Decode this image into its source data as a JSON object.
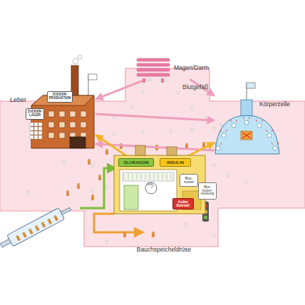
{
  "diagram": {
    "nodes": [
      {
        "text": [
          "Leber"
        ]
      },
      {
        "text": [
          "ZUCKER-LAGER"
        ],
        "in": 0
      },
      {
        "text": [
          "ZUCKER-PRODUKTION"
        ],
        "in": 0
      },
      {
        "text": [
          "Magen/Darm"
        ]
      },
      {
        "text": [
          "Körperzelle"
        ]
      },
      {
        "text": [
          "Bauchspeicheldrüse"
        ]
      },
      {
        "text": [
          "GLUKAGON"
        ],
        "in": 5
      },
      {
        "text": [
          "INSULIN"
        ],
        "in": 5
      },
      {
        "text": [
          "Blut-zucker"
        ],
        "in": 5
      },
      {
        "text": [
          "Außer Betrieb!"
        ],
        "in": 5
      },
      {
        "text": [
          "Blut-zucker-messung"
        ]
      }
    ],
    "edges": [
      {
        "from": 3,
        "to": 0,
        "arrow": "to"
      },
      {
        "from": 3,
        "to": 4,
        "arrow": "to"
      },
      {
        "from": 0,
        "to": 4,
        "arrow": "to"
      },
      {
        "from": 4,
        "to": 0,
        "arrow": "to"
      },
      {
        "from": 6,
        "to": 0,
        "arrow": "to"
      },
      {
        "from": 7,
        "to": 4,
        "arrow": "to"
      }
    ],
    "labels": [
      "Blutgefäß",
      "100"
    ]
  }
}
